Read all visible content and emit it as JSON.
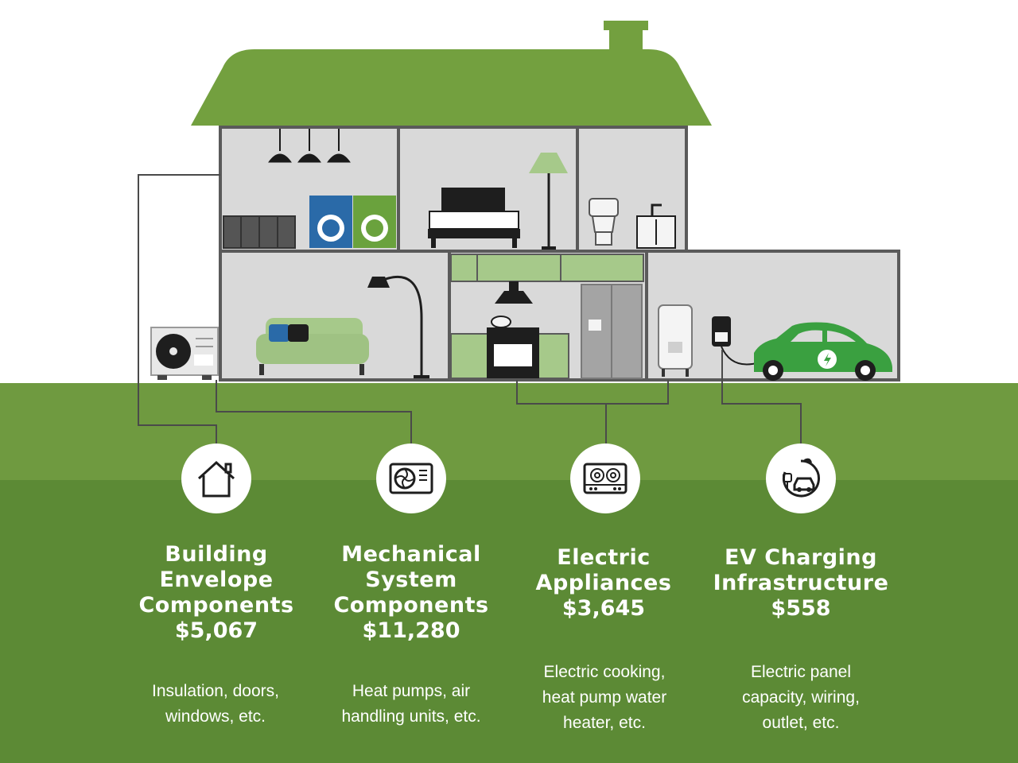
{
  "colors": {
    "roof": "#73a03f",
    "ground_light": "#6f9a40",
    "ground_dark": "#5c8a35",
    "wall": "#d9d9d9",
    "outline": "#5a5a5a",
    "accent_blue": "#2a6aa8",
    "accent_green": "#6aa23d"
  },
  "categories": [
    {
      "id": "building-envelope",
      "icon": "house-icon",
      "title": "Building\nEnvelope\nComponents",
      "amount": "$5,067",
      "description": "Insulation, doors,\nwindows, etc."
    },
    {
      "id": "mechanical-system",
      "icon": "heat-pump-icon",
      "title": "Mechanical\nSystem\nComponents",
      "amount": "$11,280",
      "description": "Heat pumps, air\nhandling units, etc."
    },
    {
      "id": "electric-appliances",
      "icon": "cooktop-icon",
      "title": "Electric\nAppliances",
      "amount": "$3,645",
      "description": "Electric cooking,\nheat pump water\nheater, etc."
    },
    {
      "id": "ev-charging",
      "icon": "ev-charging-icon",
      "title": "EV Charging\nInfrastructure",
      "amount": "$558",
      "description": "Electric panel\ncapacity, wiring,\noutlet, etc."
    }
  ]
}
